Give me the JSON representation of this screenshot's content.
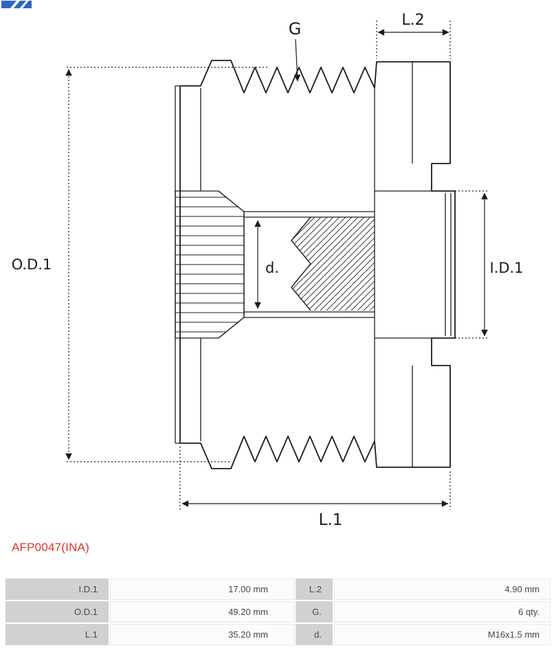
{
  "logo": {
    "name": "as-pl-logo-fragment"
  },
  "diagram": {
    "labels": {
      "g": "G",
      "l2": "L.2",
      "od1": "O.D.1",
      "id1": "I.D.1",
      "d": "d.",
      "l1": "L.1"
    },
    "groove_count": 6
  },
  "part_number": "AFP0047(INA)",
  "spec_table": {
    "rows": [
      {
        "label1": "I.D.1",
        "value1": "17.00 mm",
        "label2": "L.2",
        "value2": "4.90 mm"
      },
      {
        "label1": "O.D.1",
        "value1": "49.20 mm",
        "label2": "G.",
        "value2": "6 qty."
      },
      {
        "label1": "L.1",
        "value1": "35.20 mm",
        "label2": "d.",
        "value2": "M16x1.5 mm"
      }
    ]
  },
  "colors": {
    "part_number_red": "#e0322c",
    "table_label_bg": "#d1d1d1",
    "table_value_bg": "#fbfbfb",
    "line_color": "#1b1b1b",
    "logo_blue": "#2f63c9"
  }
}
